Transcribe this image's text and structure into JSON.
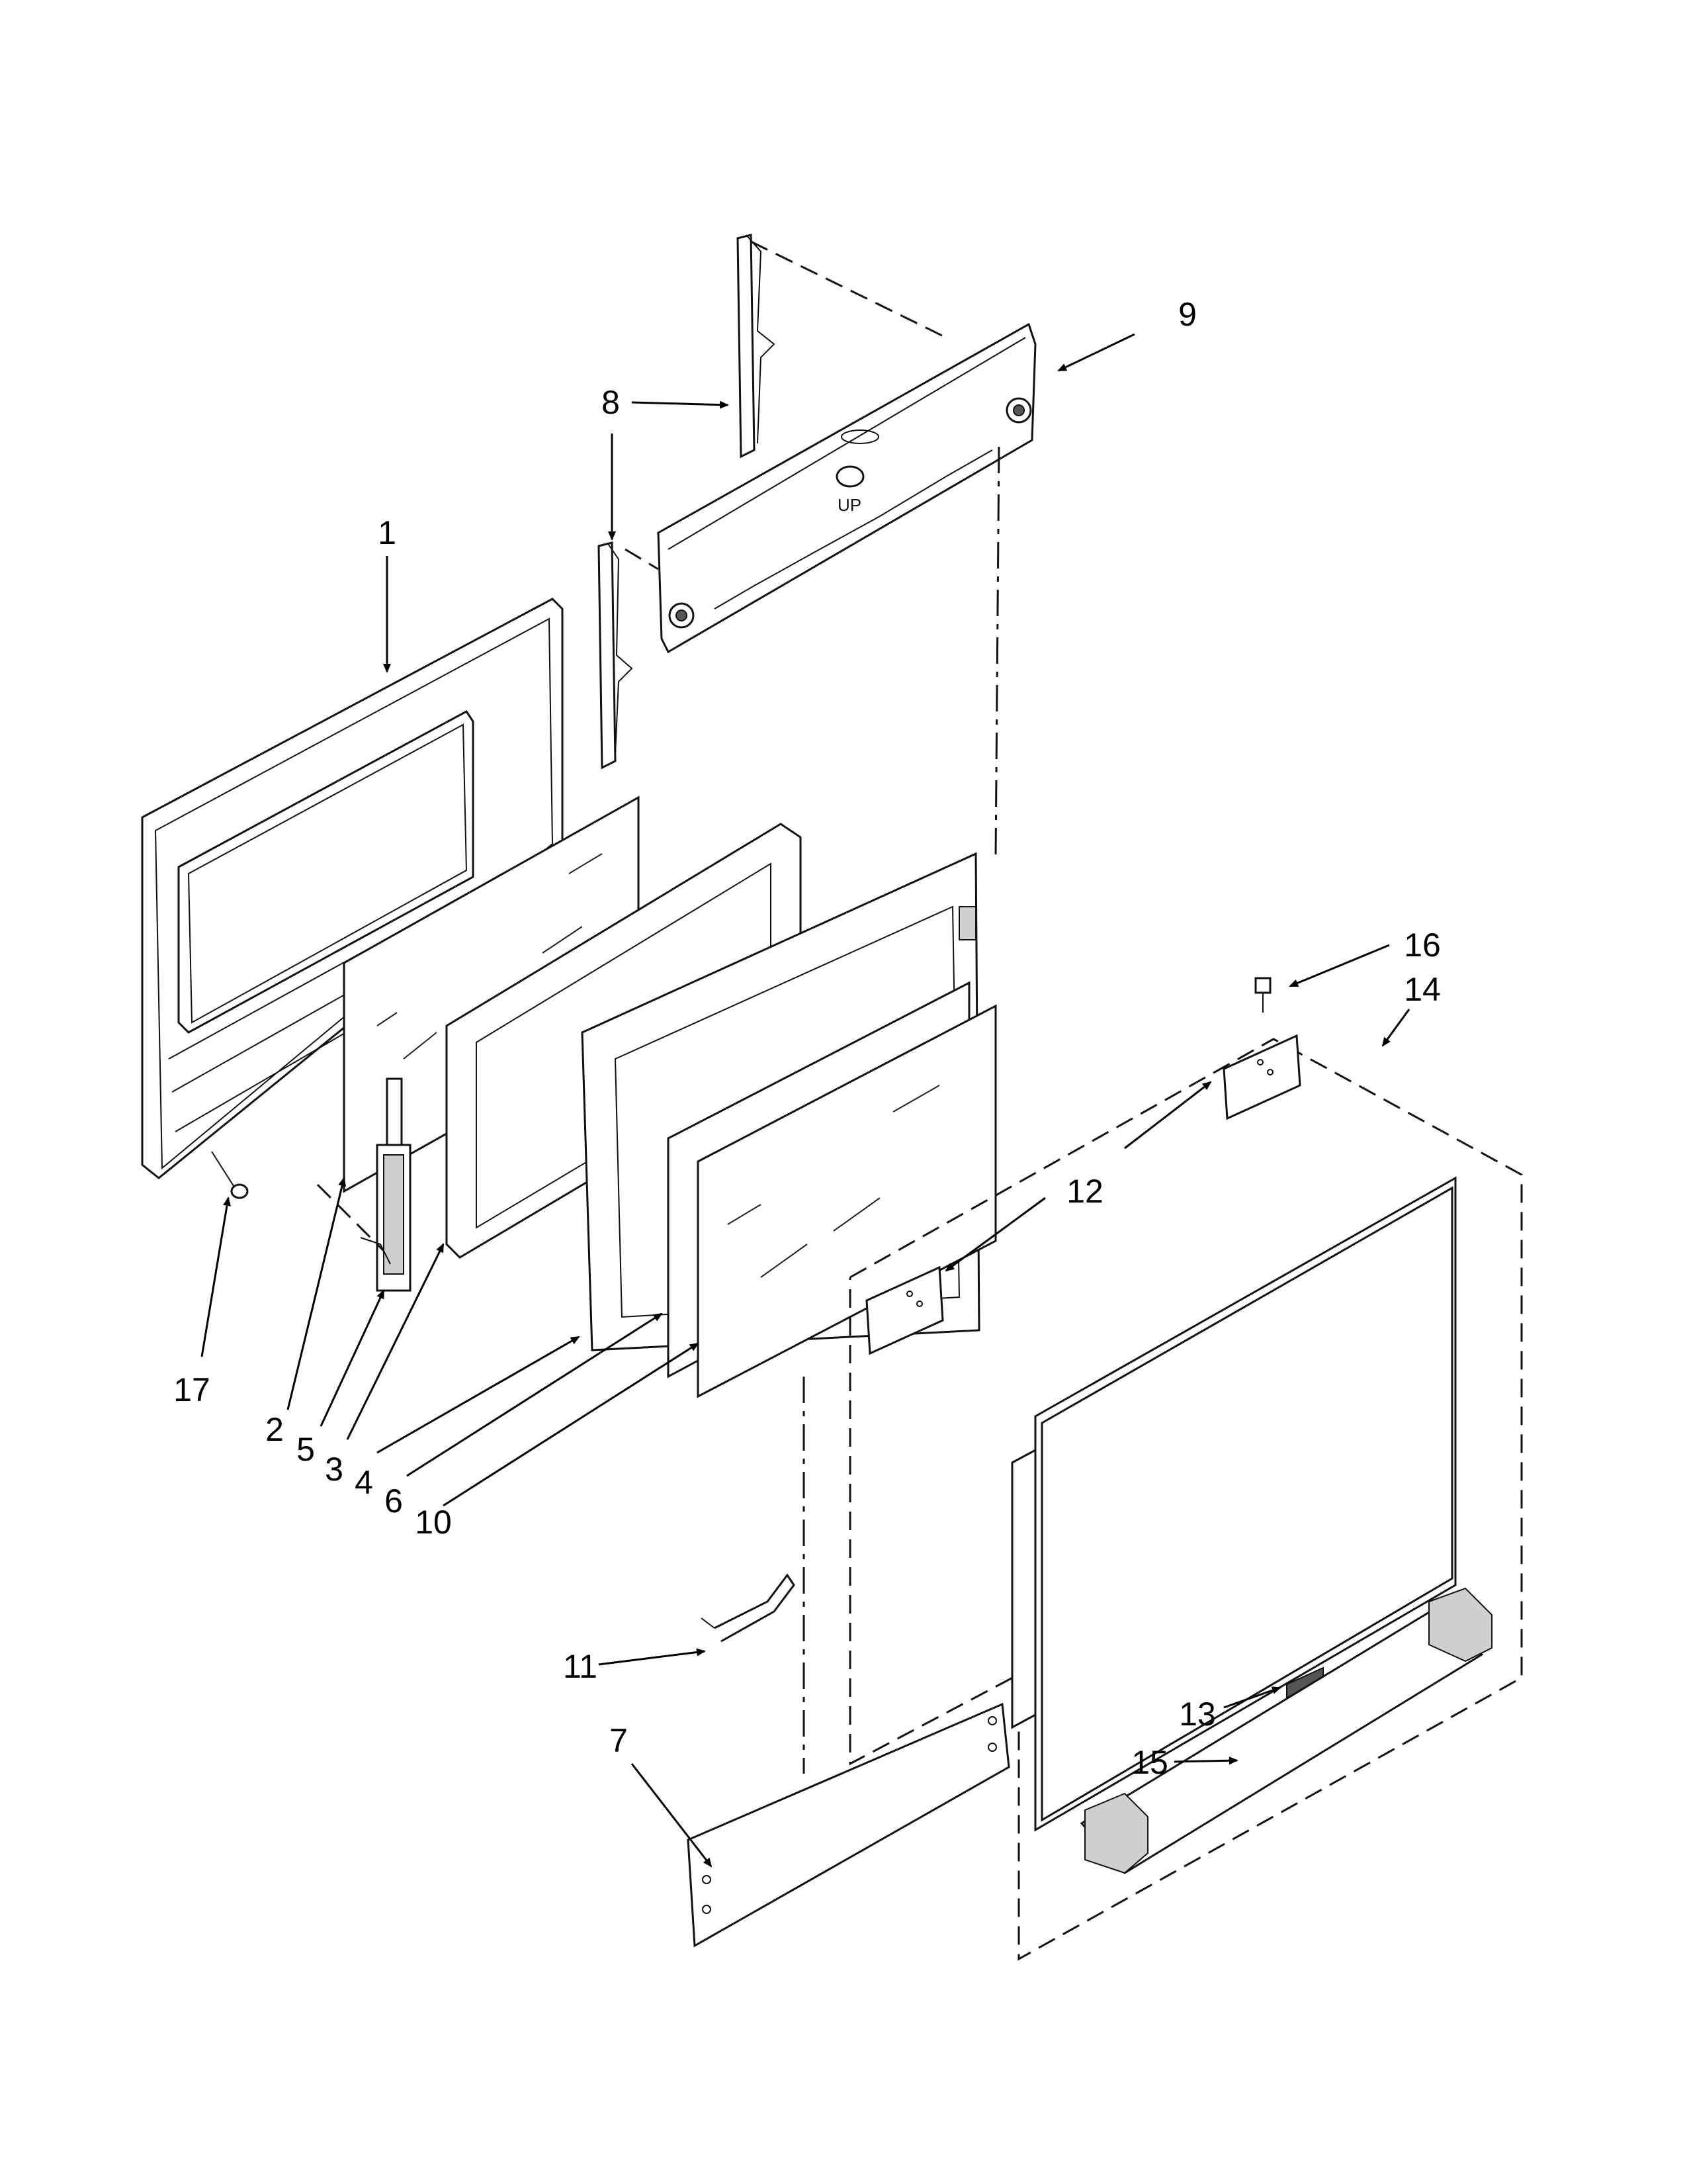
{
  "diagram": {
    "callouts": {
      "c1": "1",
      "c2": "2",
      "c3": "3",
      "c4": "4",
      "c5": "5",
      "c6": "6",
      "c7": "7",
      "c8": "8",
      "c9": "9",
      "c10": "10",
      "c11": "11",
      "c12": "12",
      "c13": "13",
      "c14": "14",
      "c15": "15",
      "c16": "16",
      "c17": "17"
    },
    "embossed_text": "UP"
  }
}
